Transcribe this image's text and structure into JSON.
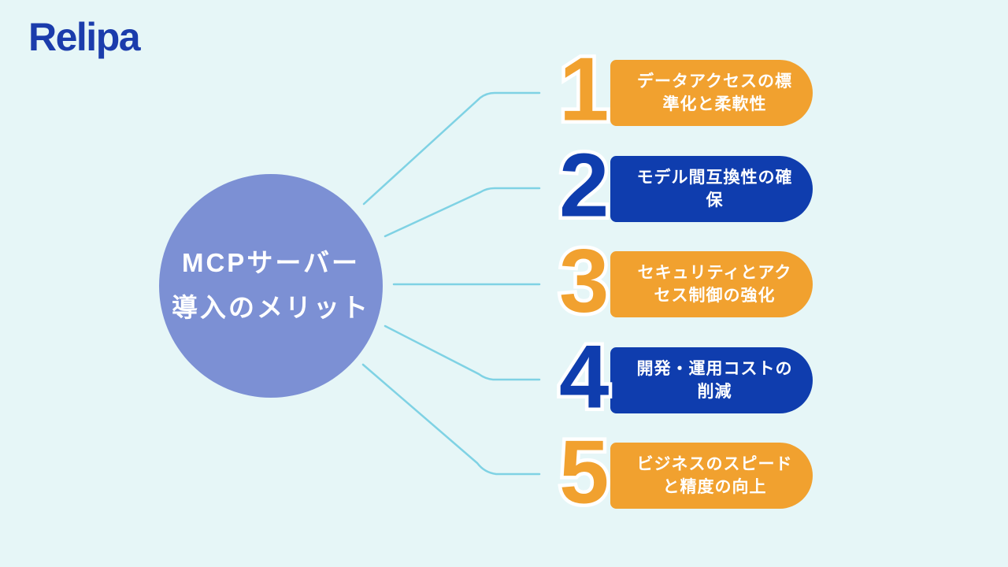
{
  "page": {
    "background_color": "#E6F6F7",
    "connector_color": "#7FD2E4"
  },
  "logo": {
    "text": "Relipa",
    "color": "#1B3CAC"
  },
  "center": {
    "title": "MCPサーバー導入のメリット",
    "lines": [
      "MCPサーバー",
      "導入のメリット"
    ],
    "color": "#7C90D4",
    "text_color": "#FFFFFF"
  },
  "items": [
    {
      "number": "1",
      "color": "#F1A12F",
      "label": "データアクセスの標準化と柔軟性",
      "lines": [
        "データアクセスの標",
        "準化と柔軟性"
      ]
    },
    {
      "number": "2",
      "color": "#0F3DAE",
      "label": "モデル間互換性の確保",
      "lines": [
        "モデル間互換性の確",
        "保"
      ]
    },
    {
      "number": "3",
      "color": "#F1A12F",
      "label": "セキュリティとアクセス制御の強化",
      "lines": [
        "セキュリティとアク",
        "セス制御の強化"
      ]
    },
    {
      "number": "4",
      "color": "#0F3DAE",
      "label": "開発・運用コストの削減",
      "lines": [
        "開発・運用コストの",
        "削減"
      ]
    },
    {
      "number": "5",
      "color": "#F1A12F",
      "label": "ビジネスのスピードと精度の向上",
      "lines": [
        "ビジネスのスピード",
        "と精度の向上"
      ]
    }
  ]
}
